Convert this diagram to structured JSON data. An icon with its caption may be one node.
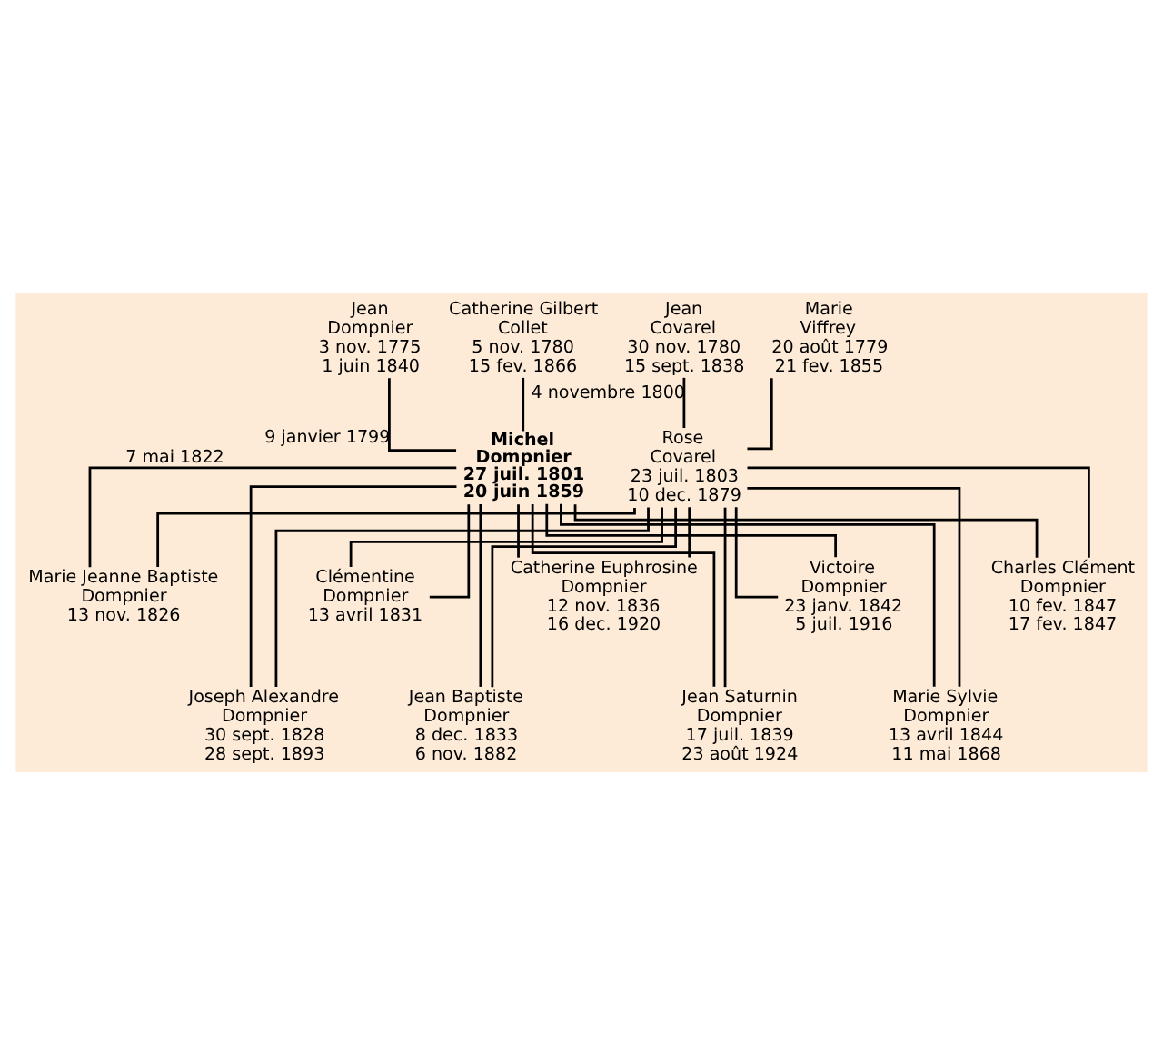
{
  "diagram": {
    "nodes": [
      {
        "text": [
          "Jean Dompnier",
          "3 nov. 1775",
          "1 juin 1840"
        ]
      },
      {
        "text": [
          "Catherine Gilbert Collet",
          "5 nov. 1780",
          "15 fev. 1866"
        ]
      },
      {
        "text": [
          "Jean Covarel",
          "30 nov. 1780",
          "15 sept. 1838"
        ]
      },
      {
        "text": [
          "Marie Viffrey",
          "20 août 1779",
          "21 fev. 1855"
        ]
      },
      {
        "text": [
          "Michel Dompnier",
          "27 juil. 1801",
          "20 juin 1859"
        ]
      },
      {
        "text": [
          "Rose Covarel",
          "23 juil. 1803",
          "10 dec. 1879"
        ]
      },
      {
        "text": [
          "Marie Jeanne Baptiste Dompnier",
          "13 nov. 1826"
        ]
      },
      {
        "text": [
          "Joseph Alexandre Dompnier",
          "30 sept. 1828",
          "28 sept. 1893"
        ]
      },
      {
        "text": [
          "Clémentine Dompnier",
          "13 avril 1831"
        ]
      },
      {
        "text": [
          "Jean Baptiste Dompnier",
          "8 dec. 1833",
          "6 nov. 1882"
        ]
      },
      {
        "text": [
          "Catherine Euphrosine Dompnier",
          "12 nov. 1836",
          "16 dec. 1920"
        ]
      },
      {
        "text": [
          "Jean Saturnin Dompnier",
          "17 juil. 1839",
          "23 août 1924"
        ]
      },
      {
        "text": [
          "Victoire Dompnier",
          "23 janv. 1842",
          "5 juil. 1916"
        ]
      },
      {
        "text": [
          "Marie Sylvie Dompnier",
          "13 avril 1844",
          "11 mai 1868"
        ]
      },
      {
        "text": [
          "Charles Clément Dompnier",
          "10 fev. 1847",
          "17 fev. 1847"
        ]
      }
    ],
    "edges": [
      {
        "from": 0,
        "to": 4,
        "arrow": "none",
        "label": "9 janvier 1799"
      },
      {
        "from": 1,
        "to": 4,
        "arrow": "none"
      },
      {
        "from": 2,
        "to": 5,
        "arrow": "none",
        "label": "4 novembre 1800"
      },
      {
        "from": 3,
        "to": 5,
        "arrow": "none"
      },
      {
        "from": 4,
        "to": 6,
        "arrow": "none",
        "label": "7 mai 1822"
      },
      {
        "from": 5,
        "to": 6,
        "arrow": "none"
      },
      {
        "from": 4,
        "to": 7,
        "arrow": "none"
      },
      {
        "from": 5,
        "to": 7,
        "arrow": "none"
      },
      {
        "from": 4,
        "to": 8,
        "arrow": "none"
      },
      {
        "from": 5,
        "to": 8,
        "arrow": "none"
      },
      {
        "from": 4,
        "to": 9,
        "arrow": "none"
      },
      {
        "from": 5,
        "to": 9,
        "arrow": "none"
      },
      {
        "from": 4,
        "to": 10,
        "arrow": "none"
      },
      {
        "from": 5,
        "to": 10,
        "arrow": "none"
      },
      {
        "from": 4,
        "to": 11,
        "arrow": "none"
      },
      {
        "from": 5,
        "to": 11,
        "arrow": "none"
      },
      {
        "from": 4,
        "to": 12,
        "arrow": "none"
      },
      {
        "from": 5,
        "to": 12,
        "arrow": "none"
      },
      {
        "from": 4,
        "to": 13,
        "arrow": "none"
      },
      {
        "from": 5,
        "to": 13,
        "arrow": "none"
      },
      {
        "from": 4,
        "to": 14,
        "arrow": "none"
      },
      {
        "from": 5,
        "to": 14,
        "arrow": "none"
      }
    ]
  }
}
